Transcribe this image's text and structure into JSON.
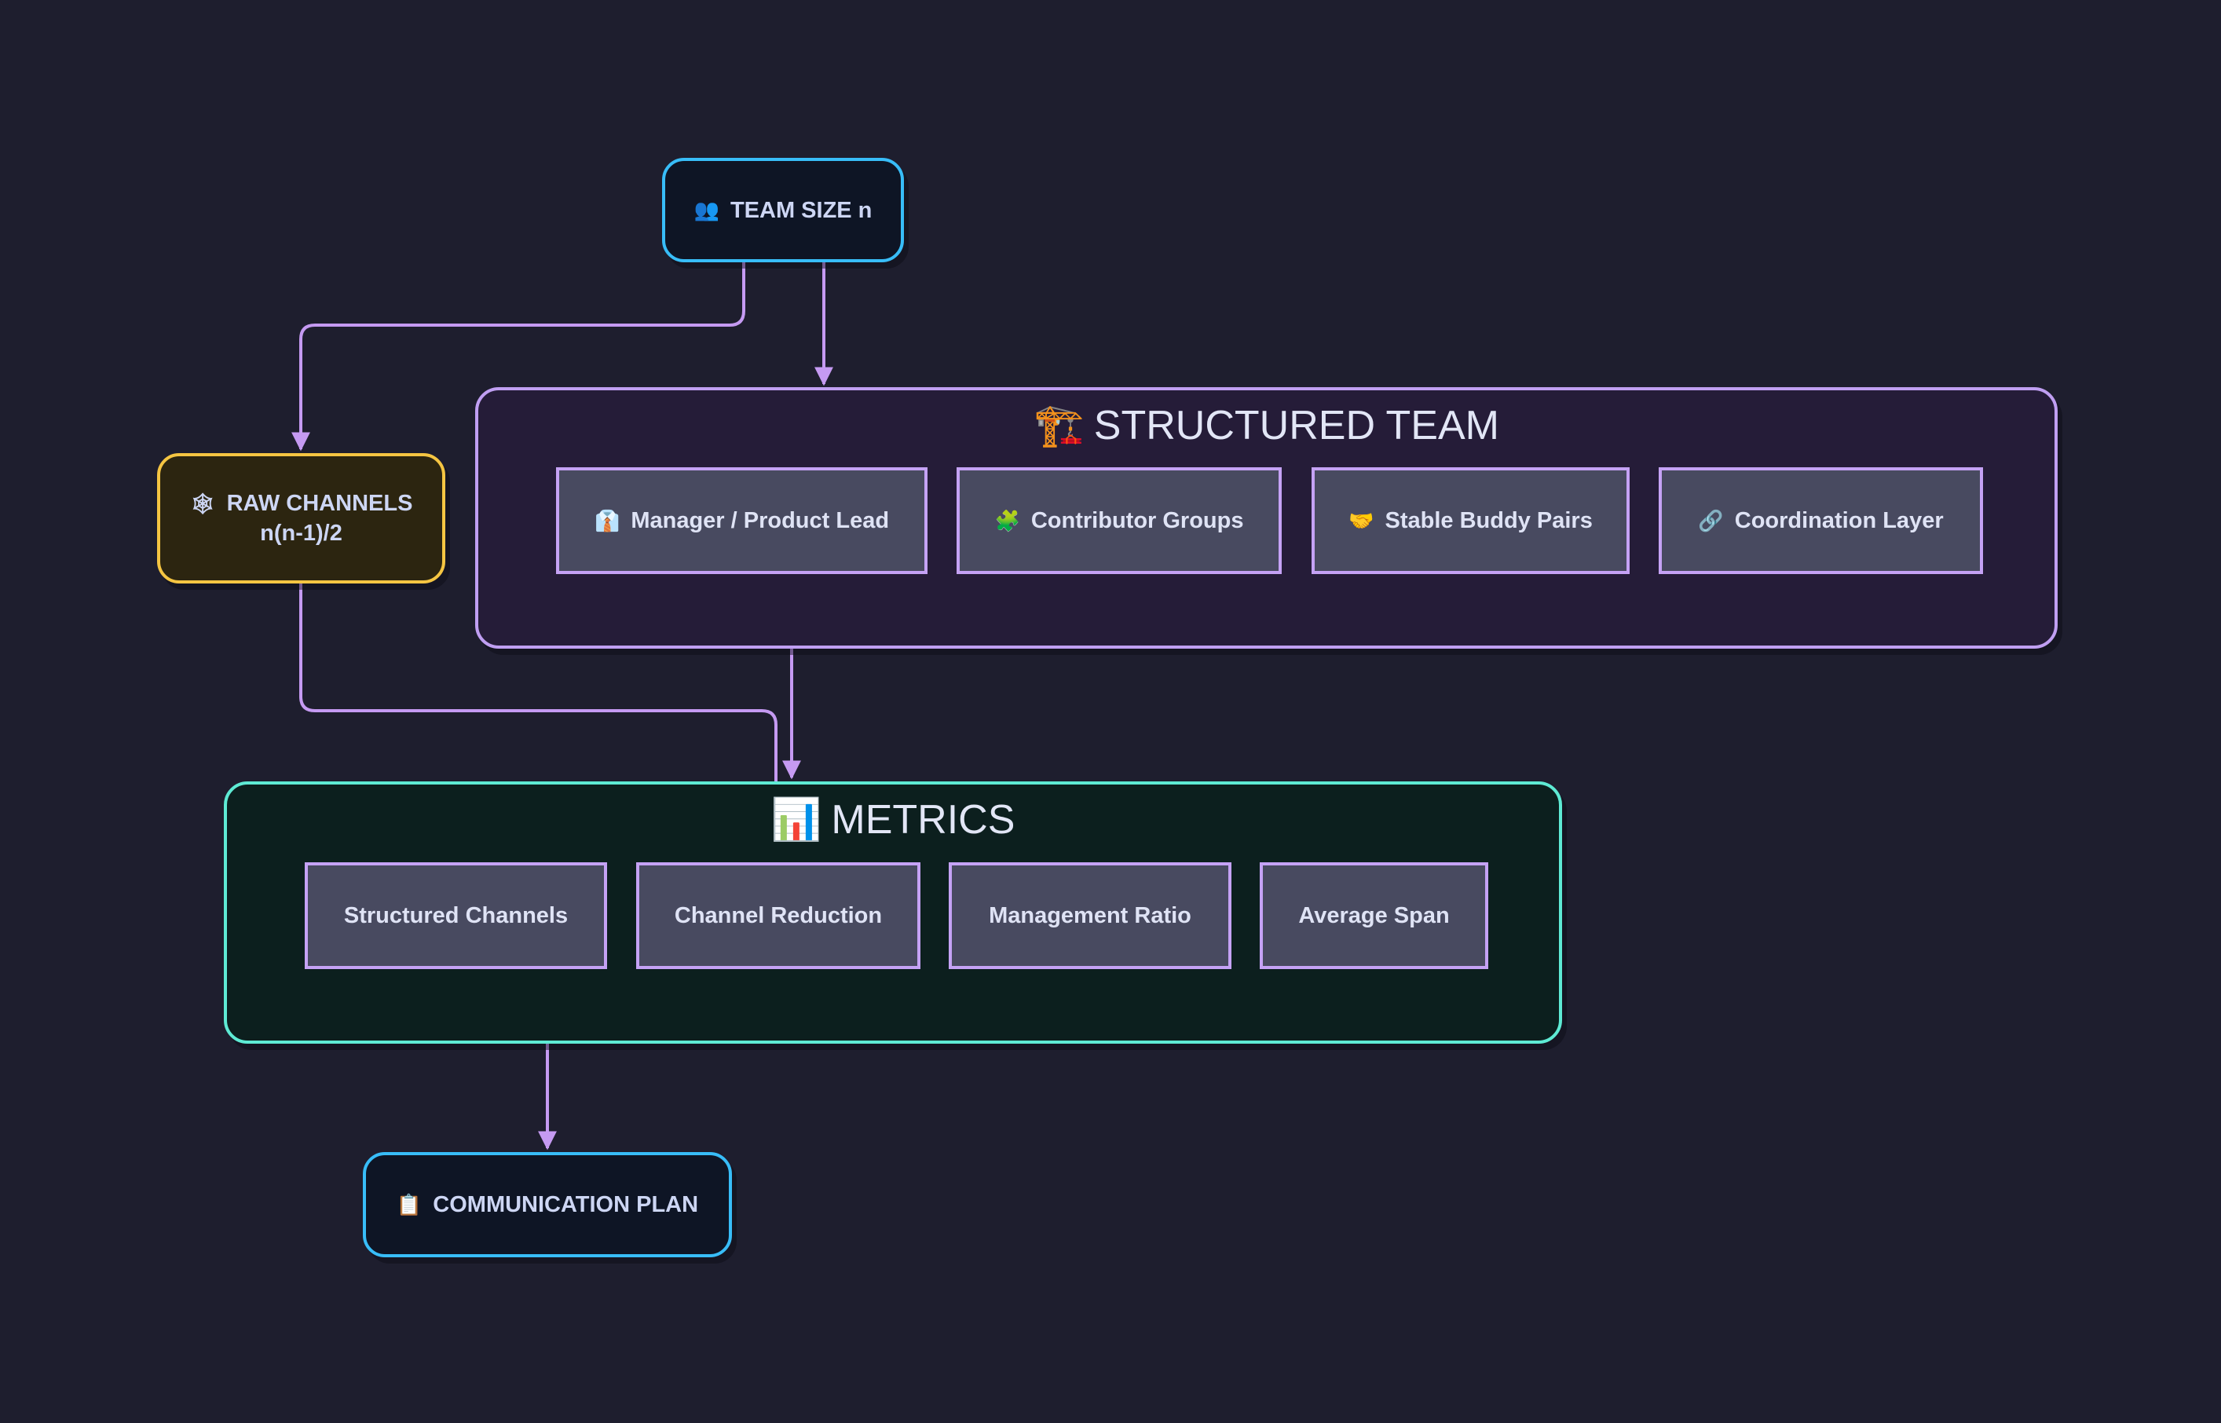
{
  "colors": {
    "background": "#1e1e2e",
    "connector": "#c59af2",
    "node_border_blue": "#38bdf8",
    "node_border_amber": "#f5c542",
    "team_group_border": "#c09ff2",
    "metrics_group_border": "#5eead4"
  },
  "nodes": {
    "team_size": {
      "icon": "👥",
      "icon_name": "people-icon",
      "label": "TEAM SIZE n"
    },
    "raw_channels": {
      "icon": "🕸",
      "icon_name": "web-icon",
      "label_line1": "RAW CHANNELS",
      "label_line2": "n(n-1)/2"
    },
    "communication_plan": {
      "icon": "📋",
      "icon_name": "clipboard-icon",
      "label": "COMMUNICATION PLAN"
    }
  },
  "structured_team": {
    "icon": "🏗️",
    "icon_name": "construction-crane-icon",
    "title": "STRUCTURED TEAM",
    "items": [
      {
        "icon": "👔",
        "icon_name": "manager-icon",
        "label": "Manager / Product Lead"
      },
      {
        "icon": "🧩",
        "icon_name": "puzzle-icon",
        "label": "Contributor Groups"
      },
      {
        "icon": "🤝",
        "icon_name": "handshake-icon",
        "label": "Stable Buddy Pairs"
      },
      {
        "icon": "🔗",
        "icon_name": "link-icon",
        "label": "Coordination Layer"
      }
    ]
  },
  "metrics": {
    "icon": "📊",
    "icon_name": "bar-chart-icon",
    "title": "METRICS",
    "items": [
      {
        "label": "Structured Channels"
      },
      {
        "label": "Channel Reduction"
      },
      {
        "label": "Management Ratio"
      },
      {
        "label": "Average Span"
      }
    ]
  }
}
